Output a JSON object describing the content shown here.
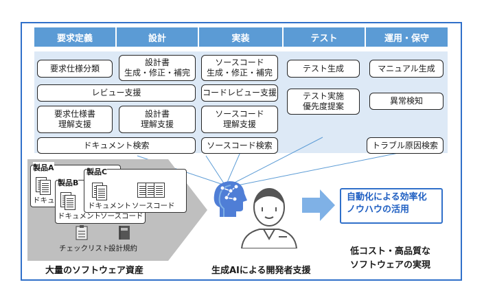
{
  "phases": [
    "要求定義",
    "設計",
    "実装",
    "テスト",
    "運用・保守"
  ],
  "tasks": {
    "req_spec_classify": "要求仕様分類",
    "design_doc": [
      "設計書",
      "生成・修正・補完"
    ],
    "source_code": [
      "ソースコード",
      "生成・修正・補完"
    ],
    "test_gen": "テスト生成",
    "manual_gen": "マニュアル生成",
    "review": "レビュー支援",
    "code_review": "コードレビュー支援",
    "test_exec": [
      "テスト実施",
      "優先度提案"
    ],
    "anomaly": "異常検知",
    "req_understand": [
      "要求仕様書",
      "理解支援"
    ],
    "design_understand": [
      "設計書",
      "理解支援"
    ],
    "source_understand": [
      "ソースコード",
      "理解支援"
    ],
    "doc_search": "ドキュメント検索",
    "source_search": "ソースコード検索",
    "trouble_search": "トラブル原因検索"
  },
  "assets": {
    "products": [
      "製品A",
      "製品B",
      "製品C"
    ],
    "doc_label": "ドキュメント",
    "src_label": "ソースコード",
    "checklist": "チェックリスト",
    "design_rules": "設計規約",
    "caption": "大量のソフトウェア資産"
  },
  "center_caption": "生成AIによる開発者支援",
  "result": {
    "line1": "自動化による効率化",
    "line2": "ノウハウの活用",
    "caption1": "低コスト・高品質な",
    "caption2": "ソフトウェアの実現"
  },
  "colors": {
    "accent": "#2f6fc9",
    "phase_header": "#5b9bd5",
    "band": "#dde9f6",
    "assets_bg": "#bfbfbf",
    "arrow": "#7fb1e6"
  },
  "icons": [
    "ai-head-icon",
    "developer-icon",
    "checklist-icon",
    "design-rules-icon",
    "right-arrow-icon"
  ]
}
